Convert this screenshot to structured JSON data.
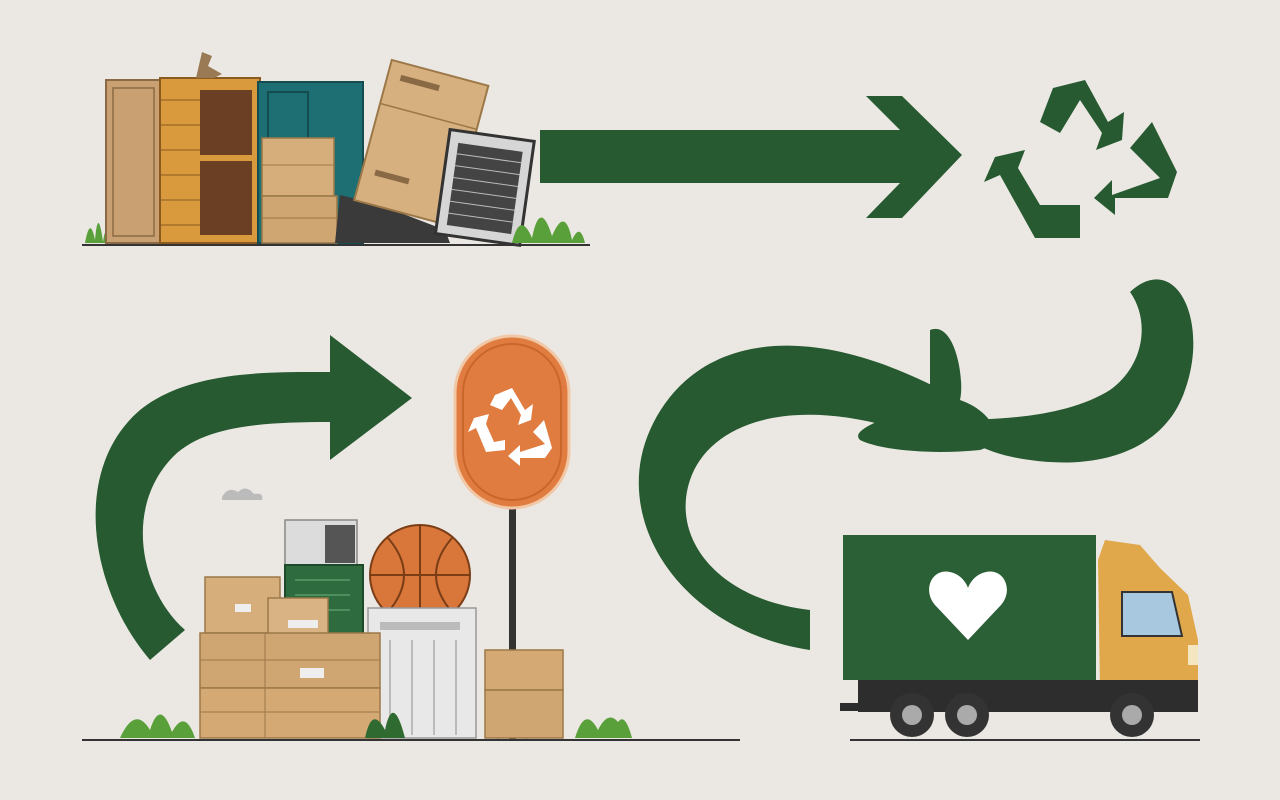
{
  "colors": {
    "background": "#ebe8e3",
    "arrow_green": "#275a31",
    "sign_orange": "#e07c3f",
    "truck_cab": "#e0a84b",
    "cardboard": "#c9a06e",
    "grass": "#5aa03a",
    "ground_line": "#333333"
  },
  "icons": [
    "recycle-icon",
    "recycling-sign-icon",
    "heart-icon",
    "delivery-truck-icon",
    "flow-arrow-icon"
  ],
  "scene": {
    "top_left": "pile-of-old-furniture-and-boxes",
    "top_right": "recycling-symbol",
    "bottom_left": "boxes-and-items-at-recycling-sign",
    "bottom_right": "donation-truck-with-heart"
  }
}
